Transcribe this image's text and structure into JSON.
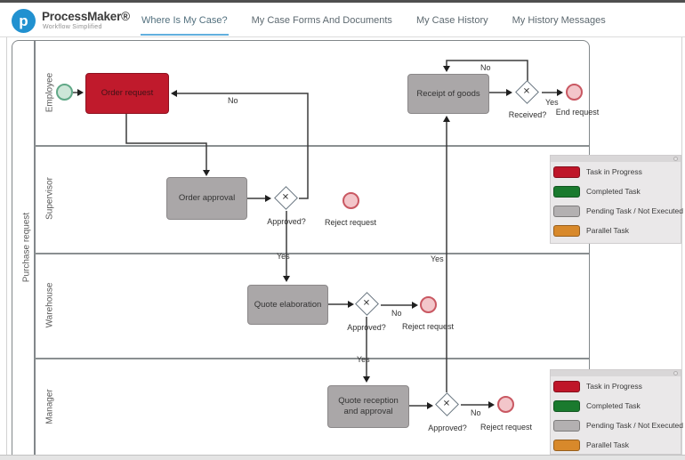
{
  "header": {
    "logo": {
      "letter": "p"
    },
    "brand": "ProcessMaker®",
    "tagline": "Workflow Simplified",
    "tabs": [
      {
        "label": "Where Is My Case?",
        "active": true
      },
      {
        "label": "My Case Forms And Documents",
        "active": false
      },
      {
        "label": "My Case History",
        "active": false
      },
      {
        "label": "My History Messages",
        "active": false
      }
    ]
  },
  "diagram": {
    "pool_label": "Purchase request",
    "lanes": [
      {
        "label": "Employee"
      },
      {
        "label": "Supervisor"
      },
      {
        "label": "Warehouse"
      },
      {
        "label": "Manager"
      }
    ],
    "nodes": {
      "order_request": {
        "label": "Order request",
        "status": "Task in Progress"
      },
      "order_approval": {
        "label": "Order approval",
        "status": "Pending Task / Not Executed"
      },
      "quote_elaboration": {
        "label": "Quote elaboration",
        "status": "Pending Task / Not Executed"
      },
      "quote_reception": {
        "label": "Quote reception and approval",
        "status": "Pending Task / Not Executed"
      },
      "receipt_of_goods": {
        "label": "Receipt of goods",
        "status": "Pending Task / Not Executed"
      },
      "approved_supervisor": {
        "label": "Approved?"
      },
      "approved_warehouse": {
        "label": "Approved?"
      },
      "approved_manager": {
        "label": "Approved?"
      },
      "received": {
        "label": "Received?"
      },
      "reject_supervisor": {
        "label": "Reject request"
      },
      "reject_warehouse": {
        "label": "Reject request"
      },
      "reject_manager": {
        "label": "Reject request"
      },
      "end_request": {
        "label": "End request"
      }
    },
    "edge_labels": {
      "yes": "Yes",
      "no": "No"
    }
  },
  "legend": {
    "items": [
      {
        "label": "Task in Progress",
        "color": "#bf1629"
      },
      {
        "label": "Completed Task",
        "color": "#1a7a2e"
      },
      {
        "label": "Pending Task / Not Executed",
        "color": "#b3b0b1"
      },
      {
        "label": "Parallel Task",
        "color": "#d8892b"
      }
    ]
  },
  "colors": {
    "task_in_progress": "#c01a2c",
    "task_pending": "#aaa7a8",
    "start_fill": "#cde6d8",
    "start_border": "#60a887",
    "end_fill": "#f3c6ca",
    "end_border": "#c95862",
    "active_tab_underline": "#62b0de",
    "logo_blue": "#2191d0",
    "connector": "#3c3c3c"
  }
}
